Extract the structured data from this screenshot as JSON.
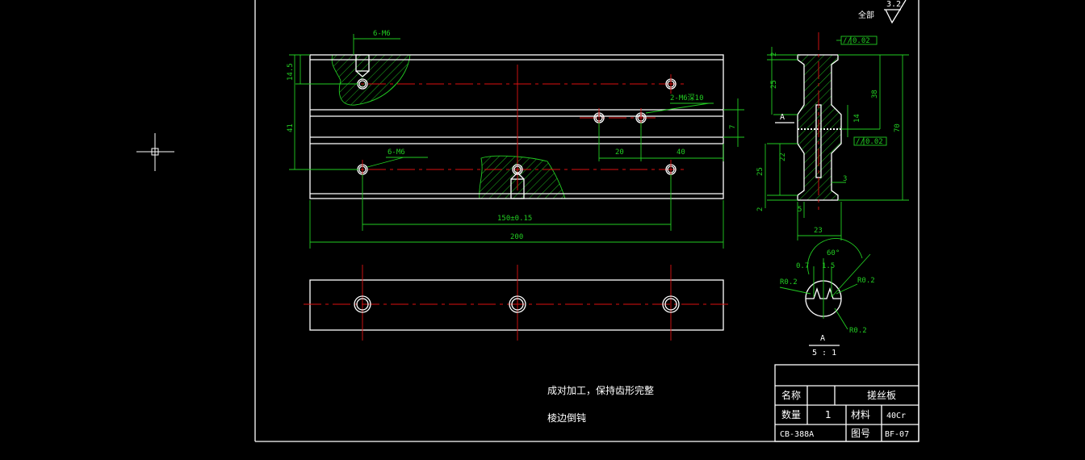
{
  "roughness": {
    "value": "3.2",
    "prefix": "全部"
  },
  "front_view": {
    "dims": {
      "overall_length": "200",
      "hole_spacing": "150±0.15",
      "height": "41",
      "offset": "14.5",
      "d20": "20",
      "d40": "40",
      "d7": "7"
    },
    "callouts": {
      "top_holes": "6-M6",
      "bottom_holes": "6-M6",
      "side_holes": "2-M6深10"
    }
  },
  "side_view": {
    "dims": {
      "top_flange": "2",
      "upper": "25",
      "mid": "38",
      "total": "70",
      "slot": "14",
      "lower_inner": "22",
      "lower": "25",
      "bottom_flange": "2",
      "slot_width": "5",
      "slot_depth": "3",
      "width": "23"
    },
    "tolerances": {
      "upper": "0.02",
      "lower": "0.02"
    },
    "section_mark": "A"
  },
  "detail": {
    "angle": "60°",
    "d07": "0.7",
    "d15": "1.5",
    "r_left": "R0.2",
    "r_right": "R0.2",
    "r_bottom": "R0.2",
    "label": "A",
    "scale": "5 : 1"
  },
  "notes": [
    "成对加工，保持齿形完整",
    "棱边倒钝"
  ],
  "title_block": {
    "name_label": "名称",
    "name_value": "搓丝板",
    "qty_label": "数量",
    "qty_value": "1",
    "material_label": "材料",
    "material_value": "40Cr",
    "drawing_id": "CB-388A",
    "drawing_no_label": "图号",
    "drawing_no_value": "BF-07"
  }
}
